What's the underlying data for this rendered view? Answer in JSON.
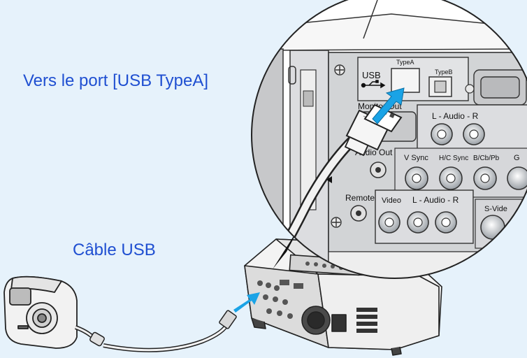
{
  "captions": {
    "port": "Vers le port [USB TypeA]",
    "cable": "Câble USB"
  },
  "panel_labels": {
    "usb": "USB",
    "type_a": "TypeA",
    "type_b": "TypeB",
    "monitor_out": "Monitor Out",
    "audio_top": "L - Audio - R",
    "audio_out": "Audio Out",
    "v_sync": "V Sync",
    "hc_sync": "H/C Sync",
    "bcbpb": "B/Cb/Pb",
    "g": "G",
    "remote": "Remote",
    "video": "Video",
    "audio_bottom": "L - Audio - R",
    "s_video": "S-Vide"
  },
  "colors": {
    "background": "#e6f2fb",
    "caption": "#1f4fd1",
    "arrow": "#1aa3e6",
    "panel": "#d2d4d6",
    "outline": "#222222"
  },
  "icons": [
    "usb-symbol-icon",
    "screw-icon",
    "blue-arrow-icon"
  ]
}
